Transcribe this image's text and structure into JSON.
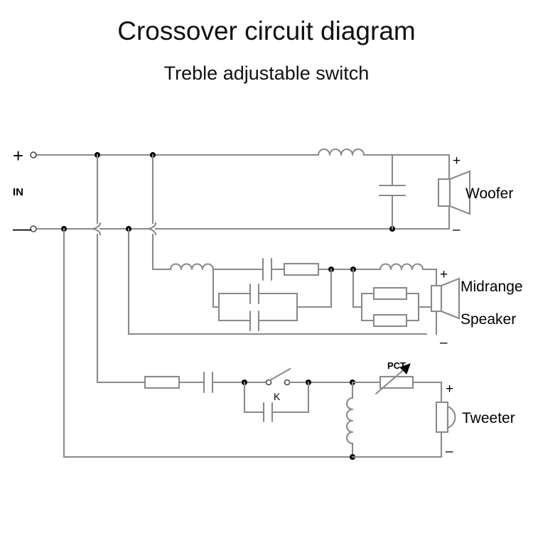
{
  "page": {
    "title_main": "Crossover circuit diagram",
    "title_sub": "Treble adjustable switch",
    "background_color": "#ffffff",
    "wire_color": "#8a8a8a",
    "text_color": "#000000"
  },
  "input": {
    "plus_label": "+",
    "minus_label": "—",
    "in_label": "IN"
  },
  "outputs": [
    {
      "name": "woofer",
      "label": "Woofer",
      "plus_label": "+",
      "minus_label": "–",
      "symbol": "cone-speaker-icon"
    },
    {
      "name": "midrange",
      "label_line1": "Midrange",
      "label_line2": "Speaker",
      "plus_label": "+",
      "minus_label": "–",
      "symbol": "cone-speaker-icon"
    },
    {
      "name": "tweeter",
      "label": "Tweeter",
      "plus_label": "+",
      "minus_label": "–",
      "symbol": "dome-tweeter-icon"
    }
  ],
  "components": {
    "switch_label": "K",
    "variable_resistor_label": "PCT"
  },
  "branches": [
    {
      "name": "woofer-branch",
      "elements": [
        "series-inductor",
        "shunt-capacitor",
        "woofer-speaker"
      ]
    },
    {
      "name": "midrange-branch",
      "elements": [
        "series-inductor",
        "series-capacitor",
        "series-resistor",
        "parallel-capacitor-pair",
        "series-inductor-2",
        "parallel-resistor-pair",
        "midrange-speaker"
      ]
    },
    {
      "name": "tweeter-branch",
      "elements": [
        "series-resistor",
        "series-capacitor",
        "switch-K",
        "bypass-capacitor",
        "shunt-inductor",
        "PCT-variable-resistor",
        "tweeter-speaker"
      ]
    }
  ]
}
